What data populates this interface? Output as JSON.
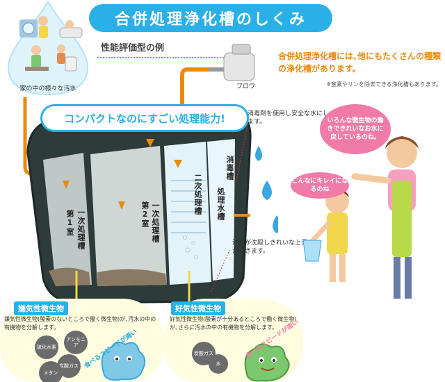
{
  "title": "合併処理浄化槽のしくみ",
  "subtitle": "性能評価型の例",
  "info": {
    "main": "合併処理浄化槽には､他にもたくさんの種類の浄化槽があります。",
    "note": "※窒素やリンを除去できる浄化槽もあります。"
  },
  "household_label": "家の中の様々な汚水",
  "slogan": "コンパクトなのにすごい処理能力!",
  "labels": {
    "blower": "ブロワ",
    "disinfect_note": "消毒剤を使用し安全な水にします。",
    "overflow_note": "汚れが沈殿しきれいな上澄みができます。",
    "primary_1": "第1室",
    "primary_2": "一次処理槽",
    "room2_a": "第2室",
    "room2_b": "一次処理槽",
    "secondary": "二次処理槽",
    "treated": "処理水槽",
    "disinfect_tank": "消毒槽"
  },
  "speech": {
    "right": "いろんな微生物の働きできれいなお水に戻しているのね。",
    "left": "こんなにキレイになるのね"
  },
  "anaerobic": {
    "title": "嫌気性微生物",
    "desc": "嫌気性微生物(酸素のないところで働く微生物)が､汚水の中の有機物を分解します。",
    "gases": [
      "硫化水素",
      "アンモニア",
      "炭酸ガス",
      "メタン"
    ],
    "speed": "食べるスピードが遅い"
  },
  "aerobic": {
    "title": "好気性微生物",
    "desc": "好気性微生物(酸素が十分あるところで働く微生物)が､さらに汚水の中の有機物を分解します。",
    "gases": [
      "炭酸ガス",
      "水"
    ],
    "speed": "食べるスピードが速い"
  },
  "colors": {
    "accent_blue": "#2ab0e6",
    "orange_text": "#e88a0c",
    "pink": "#f07aa8",
    "tank_green": "#2d3b3a",
    "panel_yellow": "#fffce0"
  }
}
